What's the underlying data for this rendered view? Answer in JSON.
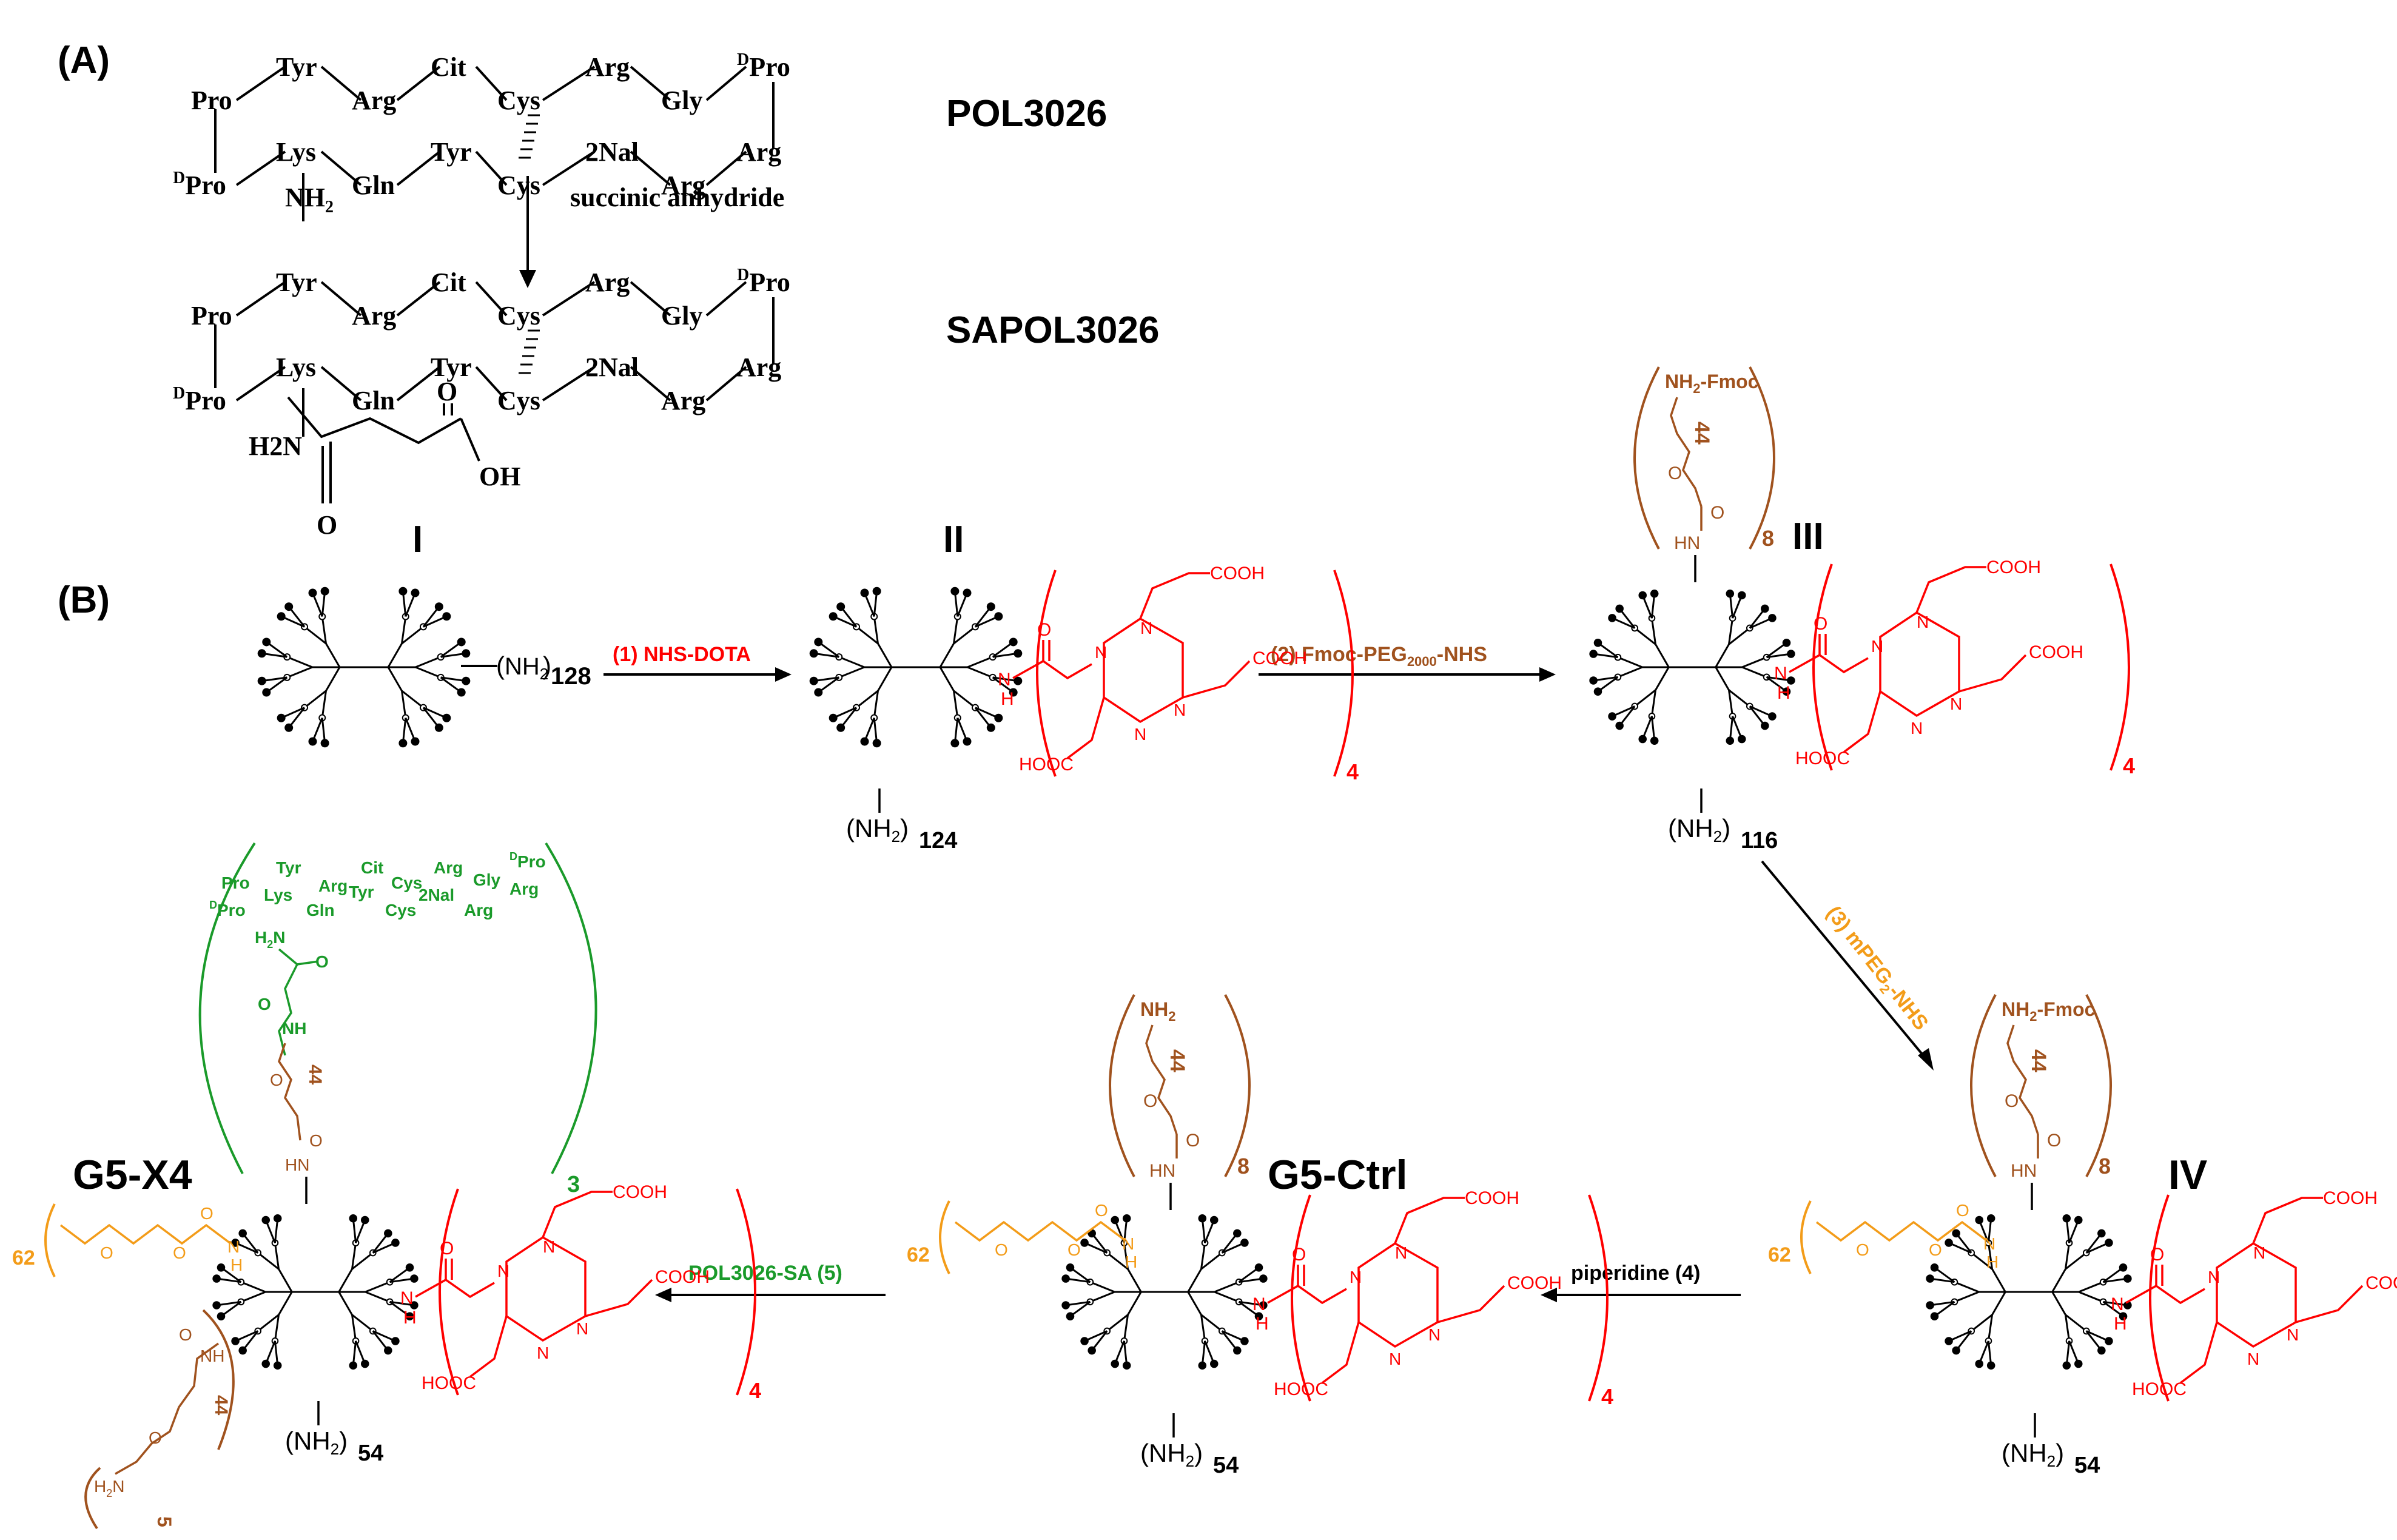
{
  "labels": {
    "panel_a": "(A)",
    "panel_b": "(B)",
    "pol3026": "POL3026",
    "sapol3026": "SAPOL3026",
    "succinic": "succinic anhydride",
    "I": "I",
    "II": "II",
    "III": "III",
    "IV": "IV",
    "g5ctrl": "G5-Ctrl",
    "g5x4": "G5-X4"
  },
  "peptide": {
    "top": [
      "Pro",
      "Tyr",
      "Arg",
      "Cit",
      "Cys",
      "Arg",
      "Gly",
      "DPro"
    ],
    "bottom": [
      "DPro",
      "Lys",
      "Gln",
      "Tyr",
      "Cys",
      "2Nal",
      "Arg",
      "Arg"
    ],
    "nh2": "NH2",
    "h2n": "H2N",
    "o": "O",
    "oh": "OH",
    "d": "D"
  },
  "steps": {
    "s1": "(1) NHS-DOTA",
    "s2_pre": "(2) Fmoc-PEG",
    "s2_sub": "2000",
    "s2_post": "-NHS",
    "s3_pre": "(3) mPEG",
    "s3_sub": "2",
    "s3_post": "-NHS",
    "s4": "piperidine (4)",
    "s5": "POL3026-SA (5)"
  },
  "counts": {
    "n128": "128",
    "n124": "124",
    "n116": "116",
    "n54": "54",
    "n4": "4",
    "n8": "8",
    "n44": "44",
    "n62": "62",
    "n3": "3",
    "n5": "5"
  },
  "chem": {
    "nh2": "NH",
    "sub2": "2",
    "cooh": "COOH",
    "hooc": "HOOC",
    "n": "N",
    "h": "H",
    "o": "O",
    "nh": "NH",
    "hn": "HN",
    "nh2fmoc": "NH",
    "fmoc": "-Fmoc",
    "h2n": "H",
    "n2": "N"
  },
  "colors": {
    "black": "#000000",
    "red": "#ff0000",
    "brown": "#a0521e",
    "orange": "#f39c19",
    "green": "#1a9a2a"
  }
}
